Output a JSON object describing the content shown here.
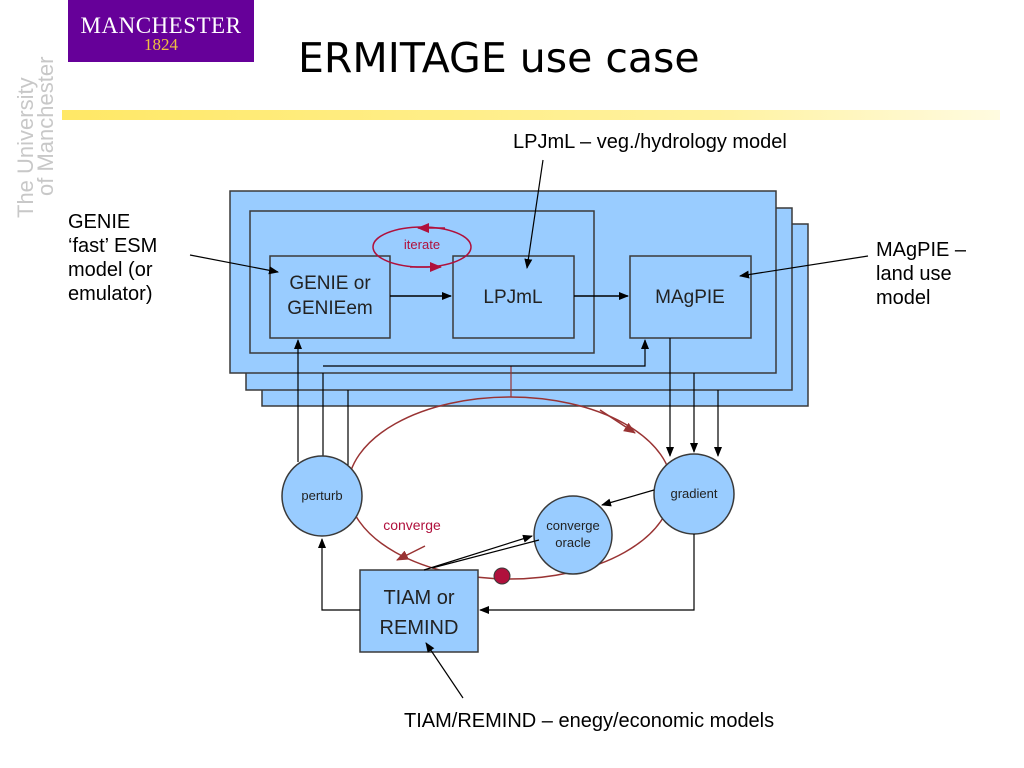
{
  "logo": {
    "name": "MANCHESTER",
    "year": "1824"
  },
  "side_text": {
    "line1": "The University",
    "line2": "of Manchester"
  },
  "title": "ERMITAGE use case",
  "annotations": {
    "lpjml": "LPJmL – veg./hydrology model",
    "genie": [
      "GENIE",
      "‘fast’ ESM",
      "model (or",
      "emulator)"
    ],
    "magpie": [
      "MAgPIE –",
      "land use",
      "model"
    ],
    "tiam": "TIAM/REMIND – enegy/economic models"
  },
  "diagram": {
    "genie_box": [
      "GENIE or",
      "GENIEem"
    ],
    "lpjml_box": "LPJmL",
    "magpie_box": "MAgPIE",
    "iterate": "iterate",
    "perturb": "perturb",
    "gradient": "gradient",
    "converge": "converge",
    "oracle": [
      "converge",
      "oracle"
    ],
    "tiam_box": [
      "TIAM or",
      "REMIND"
    ]
  },
  "colors": {
    "box_fill": "#99ccff",
    "box_stroke": "#3a3a3a",
    "cycle": "#993333",
    "node": "#b0103c",
    "logo": "#660099"
  }
}
